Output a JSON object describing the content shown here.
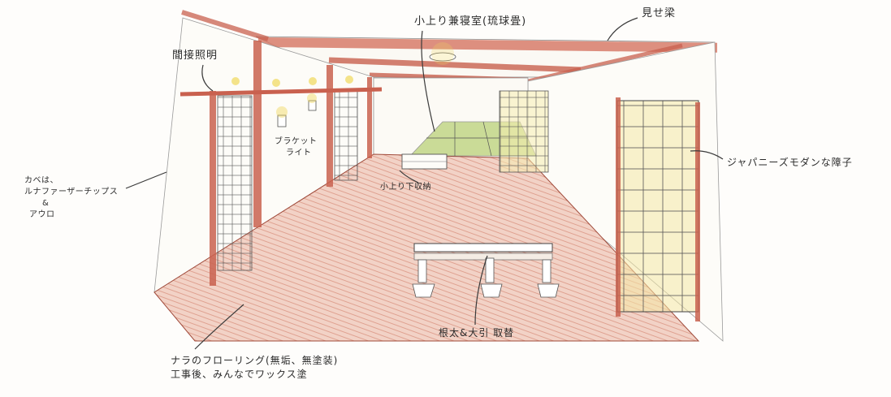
{
  "annotations": {
    "loft_bedroom": "小上り兼寝室(琉球畳)",
    "exposed_beam": "見せ梁",
    "indirect_lighting": "間接照明",
    "bracket_light": [
      "ブラケット",
      "ライト"
    ],
    "loft_storage": "小上り下収納",
    "japanese_shoji": "ジャパニーズモダンな障子",
    "wall_finish": [
      "カベは、",
      "ルナファーザーチップス",
      "&",
      "アウロ"
    ],
    "joist_replace": "根太&大引 取替",
    "flooring": [
      "ナラのフローリング(無垢、無塗装)",
      "工事後、みんなでワックス塗"
    ]
  },
  "colors": {
    "wood": "#c9614f",
    "tatami": "#a9c85a",
    "light_glow": "#f0d85a",
    "pencil": "#3a3a3a"
  }
}
